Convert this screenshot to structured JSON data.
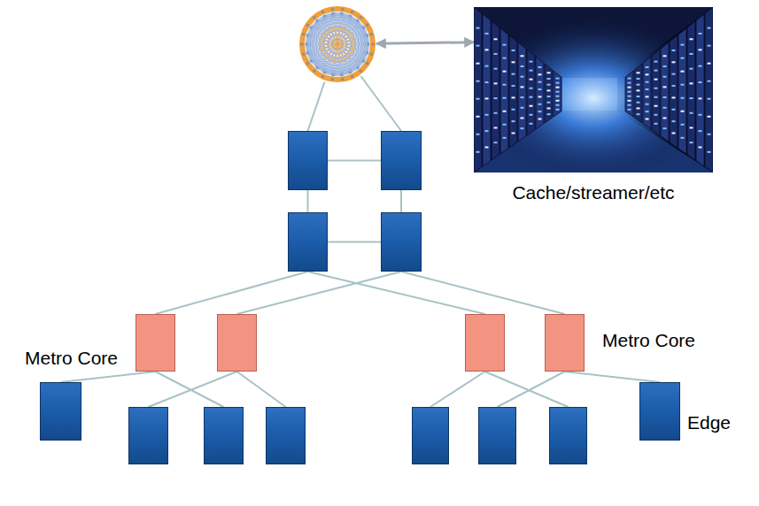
{
  "diagram": {
    "nodes": [
      {
        "text": []
      },
      {
        "text": [
          "Cache/streamer/etc"
        ]
      },
      {
        "text": []
      },
      {
        "text": []
      },
      {
        "text": []
      },
      {
        "text": []
      },
      {
        "text": [
          "Metro Core"
        ]
      },
      {
        "text": [],
        "in": 6
      },
      {
        "text": [],
        "in": 6
      },
      {
        "text": [],
        "in": 6
      },
      {
        "text": [],
        "in": 6
      },
      {
        "text": [],
        "in": 6
      },
      {
        "text": [],
        "in": 6
      },
      {
        "text": [
          "Metro Core"
        ]
      },
      {
        "text": [],
        "in": 13
      },
      {
        "text": [],
        "in": 13
      },
      {
        "text": [],
        "in": 13
      },
      {
        "text": [],
        "in": 13
      },
      {
        "text": [],
        "in": 13
      },
      {
        "text": [],
        "in": 13
      }
    ],
    "edges": [
      {
        "from": 0,
        "to": 1,
        "arrow": "both"
      },
      {
        "from": 0,
        "to": 2,
        "arrow": "none"
      },
      {
        "from": 0,
        "to": 3,
        "arrow": "none"
      },
      {
        "from": 2,
        "to": 3,
        "arrow": "none"
      },
      {
        "from": 4,
        "to": 5,
        "arrow": "none"
      },
      {
        "from": 2,
        "to": 4,
        "arrow": "none"
      },
      {
        "from": 3,
        "to": 5,
        "arrow": "none"
      },
      {
        "from": 4,
        "to": 7,
        "arrow": "none"
      },
      {
        "from": 4,
        "to": 14,
        "arrow": "none"
      },
      {
        "from": 5,
        "to": 8,
        "arrow": "none"
      },
      {
        "from": 5,
        "to": 15,
        "arrow": "none"
      },
      {
        "from": 7,
        "to": 9,
        "arrow": "none"
      },
      {
        "from": 7,
        "to": 11,
        "arrow": "none"
      },
      {
        "from": 8,
        "to": 10,
        "arrow": "none"
      },
      {
        "from": 8,
        "to": 12,
        "arrow": "none"
      },
      {
        "from": 14,
        "to": 16,
        "arrow": "none"
      },
      {
        "from": 14,
        "to": 18,
        "arrow": "none"
      },
      {
        "from": 15,
        "to": 17,
        "arrow": "none"
      },
      {
        "from": 15,
        "to": 19,
        "arrow": "none"
      }
    ],
    "labels": [
      "Edge"
    ]
  }
}
